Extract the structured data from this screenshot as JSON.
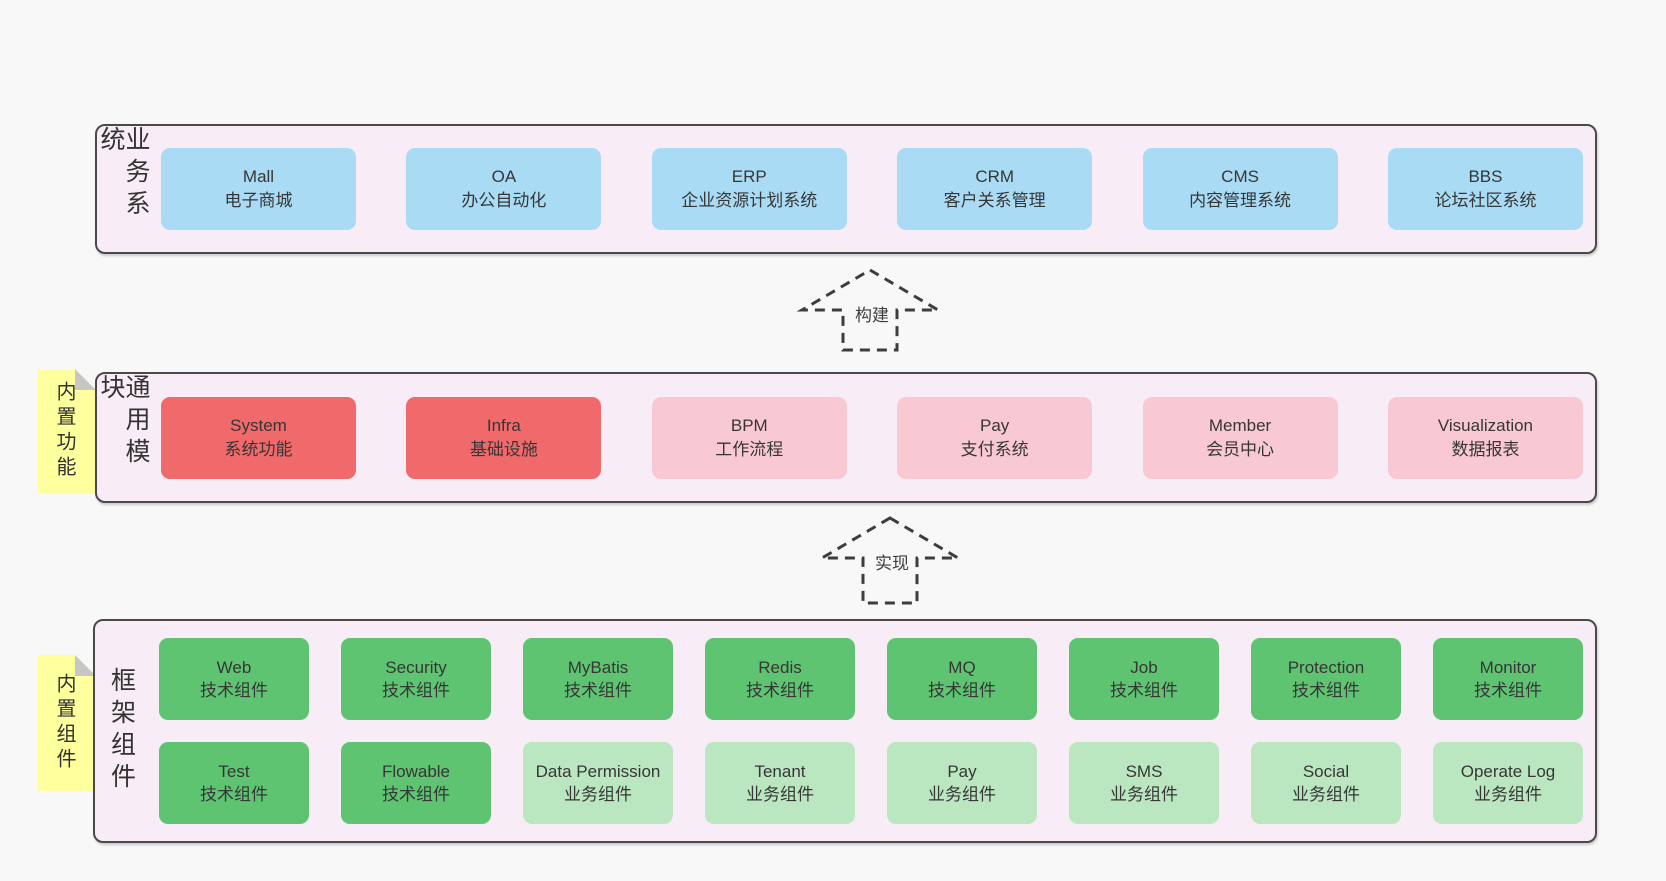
{
  "colors": {
    "page_bg": "#f8f8f8",
    "container_bg": "#f8edf6",
    "container_border": "#4a4a4a",
    "box_blue": "#a9dbf5",
    "box_red": "#f0696b",
    "box_pink": "#f9c9d3",
    "box_green_dark": "#5ec471",
    "box_green_light": "#bae7c0",
    "sticky_yellow": "#feff9d",
    "sticky_fold": "#c6c6c6",
    "arrow_stroke": "#3d3d3d"
  },
  "arrows": {
    "build": "构建",
    "implement": "实现"
  },
  "stickies": {
    "builtin_features": "内置功能",
    "builtin_components": "内置组件"
  },
  "layers": {
    "business": {
      "label": "业务系统",
      "boxes": [
        {
          "name": "Mall",
          "desc": "电子商城"
        },
        {
          "name": "OA",
          "desc": "办公自动化"
        },
        {
          "name": "ERP",
          "desc": "企业资源计划系统"
        },
        {
          "name": "CRM",
          "desc": "客户关系管理"
        },
        {
          "name": "CMS",
          "desc": "内容管理系统"
        },
        {
          "name": "BBS",
          "desc": "论坛社区系统"
        }
      ]
    },
    "modules": {
      "label": "通用模块",
      "boxes": [
        {
          "name": "System",
          "desc": "系统功能"
        },
        {
          "name": "Infra",
          "desc": "基础设施"
        },
        {
          "name": "BPM",
          "desc": "工作流程"
        },
        {
          "name": "Pay",
          "desc": "支付系统"
        },
        {
          "name": "Member",
          "desc": "会员中心"
        },
        {
          "name": "Visualization",
          "desc": "数据报表"
        }
      ]
    },
    "components": {
      "label": "框架组件",
      "row1": [
        {
          "name": "Web",
          "desc": "技术组件"
        },
        {
          "name": "Security",
          "desc": "技术组件"
        },
        {
          "name": "MyBatis",
          "desc": "技术组件"
        },
        {
          "name": "Redis",
          "desc": "技术组件"
        },
        {
          "name": "MQ",
          "desc": "技术组件"
        },
        {
          "name": "Job",
          "desc": "技术组件"
        },
        {
          "name": "Protection",
          "desc": "技术组件"
        },
        {
          "name": "Monitor",
          "desc": "技术组件"
        }
      ],
      "row2": [
        {
          "name": "Test",
          "desc": "技术组件"
        },
        {
          "name": "Flowable",
          "desc": "技术组件"
        },
        {
          "name": "Data Permission",
          "desc": "业务组件"
        },
        {
          "name": "Tenant",
          "desc": "业务组件"
        },
        {
          "name": "Pay",
          "desc": "业务组件"
        },
        {
          "name": "SMS",
          "desc": "业务组件"
        },
        {
          "name": "Social",
          "desc": "业务组件"
        },
        {
          "name": "Operate Log",
          "desc": "业务组件"
        }
      ]
    }
  }
}
